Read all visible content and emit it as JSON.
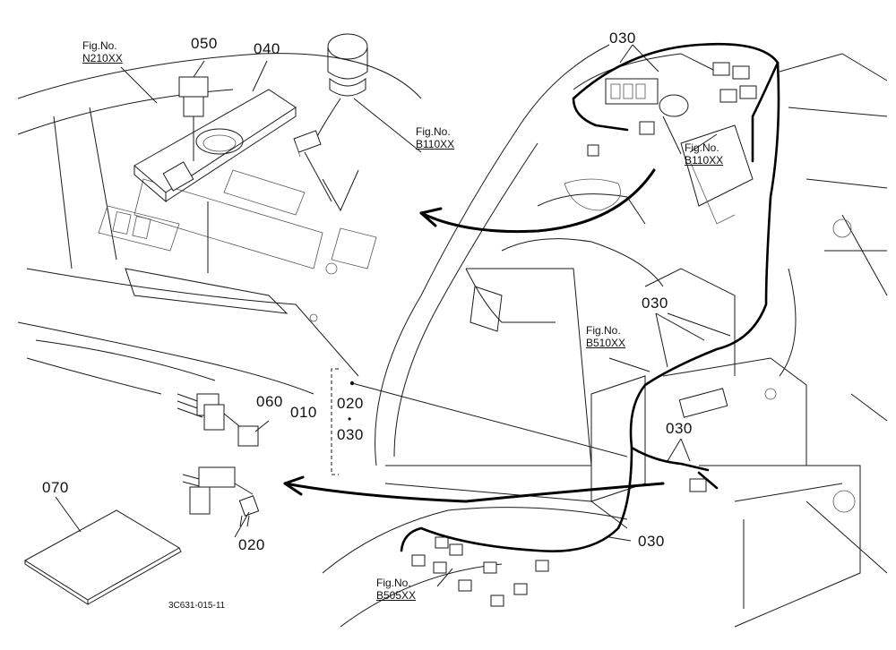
{
  "document_code": "3C631-015-11",
  "parts": {
    "p010": "010",
    "p020_bracket": "020",
    "p030_bracket": "030",
    "p020": "020",
    "p030_top": "030",
    "p030_mid": "030",
    "p030_low": "030",
    "p030_bottom": "030",
    "p040": "040",
    "p050": "050",
    "p060": "060",
    "p070": "070"
  },
  "figure_refs": [
    {
      "prefix": "Fig.No.",
      "code": "N210XX"
    },
    {
      "prefix": "Fig.No.",
      "code": "B110XX"
    },
    {
      "prefix": "Fig.No.",
      "code": "B110XX"
    },
    {
      "prefix": "Fig.No.",
      "code": "B510XX"
    },
    {
      "prefix": "Fig.No.",
      "code": "B505XX"
    }
  ],
  "bracket_dot": "•"
}
